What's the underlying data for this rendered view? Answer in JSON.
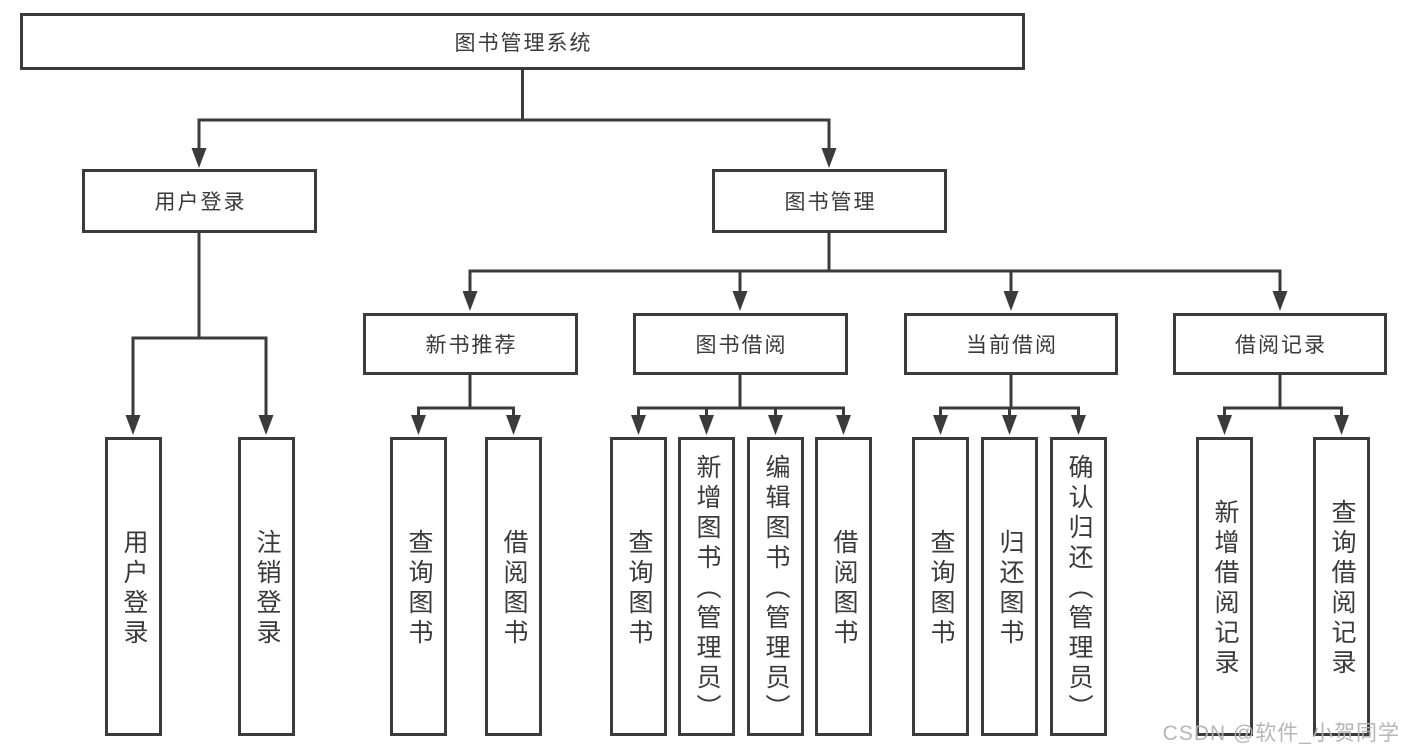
{
  "tree": {
    "label": "图书管理系统",
    "children": [
      {
        "label": "用户登录",
        "children": [
          {
            "label": "用户登录"
          },
          {
            "label": "注销登录"
          }
        ]
      },
      {
        "label": "图书管理",
        "children": [
          {
            "label": "新书推荐",
            "children": [
              {
                "label": "查询图书"
              },
              {
                "label": "借阅图书"
              }
            ]
          },
          {
            "label": "图书借阅",
            "children": [
              {
                "label": "查询图书"
              },
              {
                "label": "新增图书（管理员）"
              },
              {
                "label": "编辑图书（管理员）"
              },
              {
                "label": "借阅图书"
              }
            ]
          },
          {
            "label": "当前借阅",
            "children": [
              {
                "label": "查询图书"
              },
              {
                "label": "归还图书"
              },
              {
                "label": "确认归还（管理员）"
              }
            ]
          },
          {
            "label": "借阅记录",
            "children": [
              {
                "label": "新增借阅记录"
              },
              {
                "label": "查询借阅记录"
              }
            ]
          }
        ]
      }
    ]
  },
  "watermark": {
    "text": "CSDN @软件_小贺同学"
  },
  "colors": {
    "line": "#3b3b3b",
    "box_border": "#3b3b3b",
    "box_background": "#ffffff",
    "text": "#3a3a3a",
    "watermark": "#b2b2b2",
    "page_background": "#ffffff"
  }
}
